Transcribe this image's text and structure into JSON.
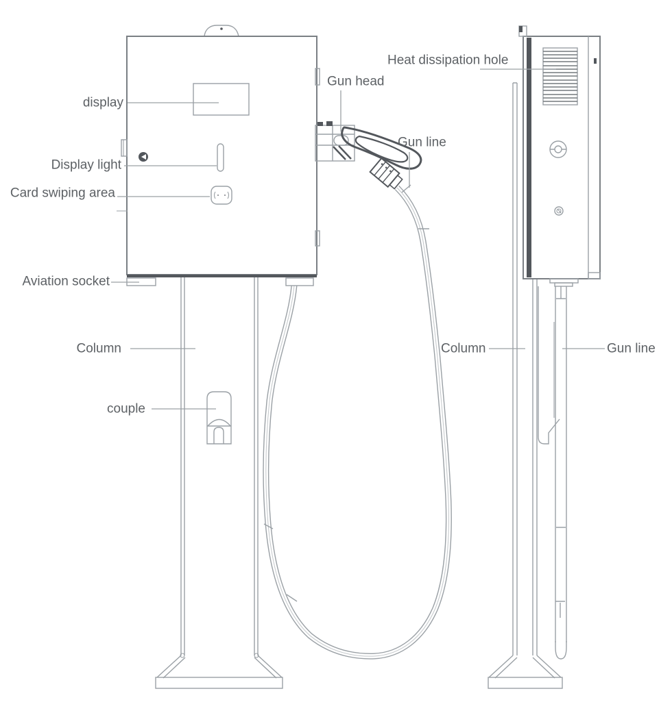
{
  "colors": {
    "line": "#9aa0a5",
    "line_strong": "#7a7f84",
    "line_faint": "#c2c6c9",
    "dark": "#53575c",
    "text": "#5d6165",
    "background": "#ffffff"
  },
  "labels": {
    "display": "display",
    "display_light": "Display light",
    "card_swiping_area": "Card swiping area",
    "aviation_socket": "Aviation socket",
    "column_front": "Column",
    "couple": "couple",
    "gun_head": "Gun head",
    "gun_line_front": "Gun line",
    "heat_dissipation_hole": "Heat dissipation hole",
    "column_side": "Column",
    "gun_line_side": "Gun line"
  }
}
